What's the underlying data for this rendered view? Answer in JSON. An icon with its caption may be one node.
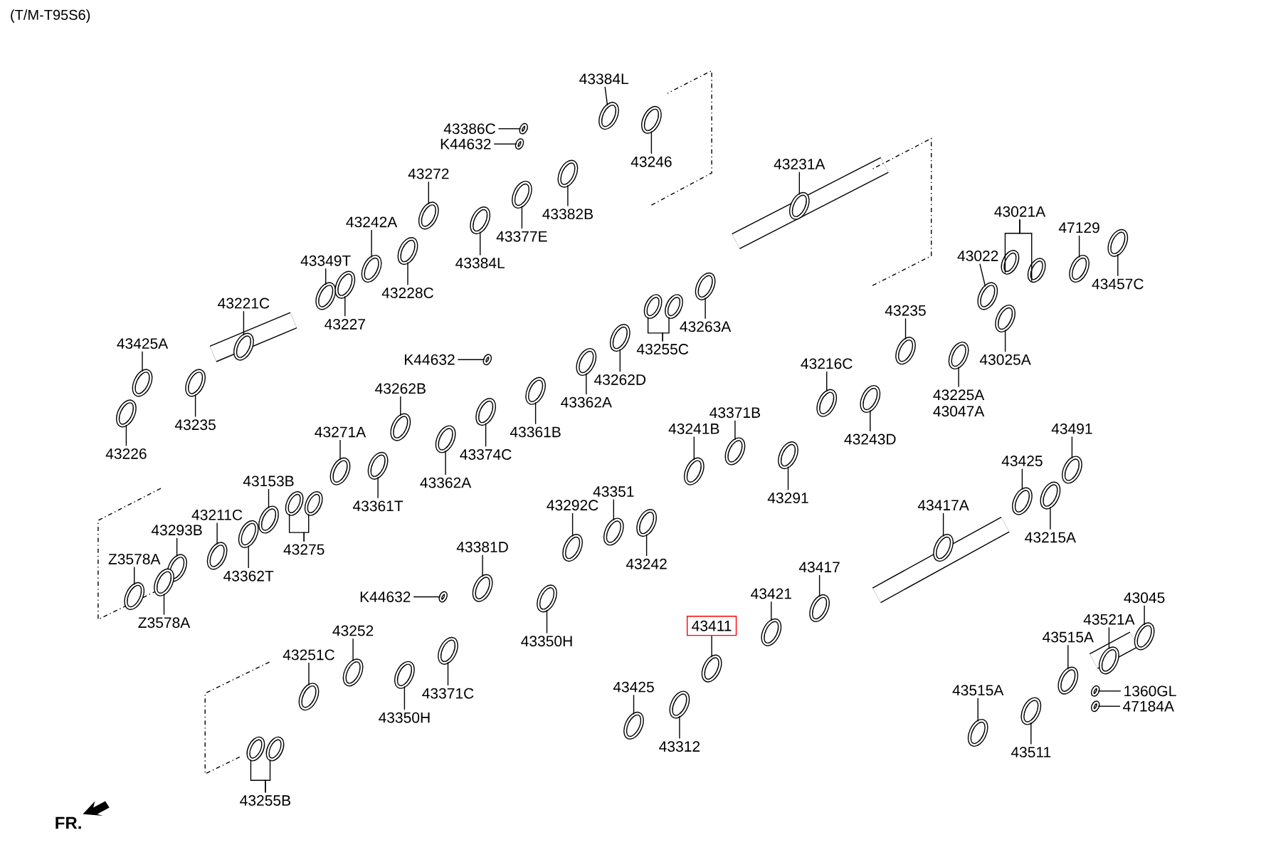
{
  "diagram": {
    "title": "(T/M-T95S6)",
    "nodes": [
      {
        "text": [
          "43384L"
        ]
      },
      {
        "text": [
          "43386C"
        ]
      },
      {
        "text": [
          "K44632"
        ]
      },
      {
        "text": [
          "43246"
        ]
      },
      {
        "text": [
          "43272"
        ]
      },
      {
        "text": [
          "43382B"
        ]
      },
      {
        "text": [
          "43377E"
        ]
      },
      {
        "text": [
          "43242A"
        ]
      },
      {
        "text": [
          "43349T"
        ]
      },
      {
        "text": [
          "43384L"
        ]
      },
      {
        "text": [
          "43228C"
        ]
      },
      {
        "text": [
          "43227"
        ]
      },
      {
        "text": [
          "43221C"
        ]
      },
      {
        "text": [
          "43231A"
        ]
      },
      {
        "text": [
          "43021A"
        ]
      },
      {
        "text": [
          "43022"
        ]
      },
      {
        "text": [
          "47129"
        ]
      },
      {
        "text": [
          "43457C"
        ]
      },
      {
        "text": [
          "43263A"
        ]
      },
      {
        "text": [
          "43255C"
        ]
      },
      {
        "text": [
          "43425A"
        ]
      },
      {
        "text": [
          "43235"
        ]
      },
      {
        "text": [
          "43226"
        ]
      },
      {
        "text": [
          "K44632"
        ]
      },
      {
        "text": [
          "43262D"
        ]
      },
      {
        "text": [
          "43362A"
        ]
      },
      {
        "text": [
          "43361B"
        ]
      },
      {
        "text": [
          "43262B"
        ]
      },
      {
        "text": [
          "43374C"
        ]
      },
      {
        "text": [
          "43271A"
        ]
      },
      {
        "text": [
          "43362A"
        ]
      },
      {
        "text": [
          "43361T"
        ]
      },
      {
        "text": [
          "43153B"
        ]
      },
      {
        "text": [
          "43275"
        ]
      },
      {
        "text": [
          "43211C"
        ]
      },
      {
        "text": [
          "43362T"
        ]
      },
      {
        "text": [
          "43293B"
        ]
      },
      {
        "text": [
          "Z3578A"
        ]
      },
      {
        "text": [
          "Z3578A"
        ]
      },
      {
        "text": [
          "43216C"
        ]
      },
      {
        "text": [
          "43243D"
        ]
      },
      {
        "text": [
          "43235"
        ]
      },
      {
        "text": [
          "43225A",
          "43047A"
        ]
      },
      {
        "text": [
          "43025A"
        ]
      },
      {
        "text": [
          "43241B"
        ]
      },
      {
        "text": [
          "43371B"
        ]
      },
      {
        "text": [
          "43291"
        ]
      },
      {
        "text": [
          "43491"
        ]
      },
      {
        "text": [
          "43425"
        ]
      },
      {
        "text": [
          "43215A"
        ]
      },
      {
        "text": [
          "43417A"
        ]
      },
      {
        "text": [
          "43292C"
        ]
      },
      {
        "text": [
          "43351"
        ]
      },
      {
        "text": [
          "43242"
        ]
      },
      {
        "text": [
          "43381D"
        ]
      },
      {
        "text": [
          "K44632"
        ]
      },
      {
        "text": [
          "43350H"
        ]
      },
      {
        "text": [
          "43417"
        ]
      },
      {
        "text": [
          "43421"
        ]
      },
      {
        "text": [
          "43411"
        ]
      },
      {
        "text": [
          "43045"
        ]
      },
      {
        "text": [
          "43521A"
        ]
      },
      {
        "text": [
          "43515A"
        ]
      },
      {
        "text": [
          "1360GL"
        ]
      },
      {
        "text": [
          "47184A"
        ]
      },
      {
        "text": [
          "43515A"
        ]
      },
      {
        "text": [
          "43511"
        ]
      },
      {
        "text": [
          "43252"
        ]
      },
      {
        "text": [
          "43251C"
        ]
      },
      {
        "text": [
          "43371C"
        ]
      },
      {
        "text": [
          "43350H"
        ]
      },
      {
        "text": [
          "43425"
        ]
      },
      {
        "text": [
          "43312"
        ]
      },
      {
        "text": [
          "43255B"
        ]
      },
      {
        "text": [],
        "shape": "ring"
      },
      {
        "text": [],
        "shape": "ring"
      },
      {
        "text": [],
        "shape": "ring"
      },
      {
        "text": [],
        "shape": "ring"
      },
      {
        "text": [],
        "shape": "ring"
      },
      {
        "text": [],
        "shape": "ring"
      },
      {
        "text": [],
        "shape": "ring"
      },
      {
        "text": [],
        "shape": "ring"
      },
      {
        "text": [],
        "shape": "ring"
      },
      {
        "text": [],
        "shape": "ring"
      },
      {
        "text": [],
        "shape": "ring"
      },
      {
        "text": [],
        "shape": "ring"
      },
      {
        "text": [],
        "shape": "ring"
      },
      {
        "text": [],
        "shape": "ring"
      },
      {
        "text": [],
        "shape": "ring"
      },
      {
        "text": [],
        "shape": "ring"
      },
      {
        "text": [],
        "shape": "ring"
      },
      {
        "text": [],
        "shape": "ring"
      },
      {
        "text": [],
        "shape": "ring"
      },
      {
        "text": [],
        "shape": "ring"
      },
      {
        "text": [],
        "shape": "ring"
      },
      {
        "text": [],
        "shape": "ring"
      },
      {
        "text": [],
        "shape": "ring"
      },
      {
        "text": [],
        "shape": "ring"
      },
      {
        "text": [],
        "shape": "ring"
      },
      {
        "text": [],
        "shape": "ring"
      },
      {
        "text": [],
        "shape": "ring"
      },
      {
        "text": [],
        "shape": "ring"
      },
      {
        "text": [],
        "shape": "ring"
      },
      {
        "text": [],
        "shape": "ring"
      },
      {
        "text": [],
        "shape": "ring"
      },
      {
        "text": [],
        "shape": "ring"
      },
      {
        "text": [],
        "shape": "ring"
      },
      {
        "text": [],
        "shape": "ring"
      },
      {
        "text": [],
        "shape": "ring"
      },
      {
        "text": [],
        "shape": "ring"
      },
      {
        "text": [],
        "shape": "ring"
      },
      {
        "text": [],
        "shape": "ring"
      },
      {
        "text": [],
        "shape": "ring"
      },
      {
        "text": [],
        "shape": "ring"
      },
      {
        "text": [],
        "shape": "ring"
      },
      {
        "text": [],
        "shape": "ring"
      },
      {
        "text": [],
        "shape": "ring"
      },
      {
        "text": [],
        "shape": "ring"
      },
      {
        "text": [],
        "shape": "ring"
      },
      {
        "text": [],
        "shape": "ring"
      },
      {
        "text": [],
        "shape": "ring"
      },
      {
        "text": [],
        "shape": "ring"
      },
      {
        "text": [],
        "shape": "ring"
      },
      {
        "text": [],
        "shape": "ring"
      },
      {
        "text": [],
        "shape": "ring"
      },
      {
        "text": [],
        "shape": "ring"
      },
      {
        "text": [],
        "shape": "ring"
      },
      {
        "text": [],
        "shape": "ring"
      },
      {
        "text": [],
        "shape": "ring"
      },
      {
        "text": [],
        "shape": "ring"
      },
      {
        "text": [],
        "shape": "ring"
      },
      {
        "text": [],
        "shape": "ring"
      },
      {
        "text": [],
        "shape": "ring"
      },
      {
        "text": [],
        "shape": "ring"
      },
      {
        "text": [],
        "shape": "ring"
      },
      {
        "text": [],
        "shape": "ring"
      },
      {
        "text": [],
        "shape": "ring"
      },
      {
        "text": [],
        "shape": "ring"
      },
      {
        "text": [],
        "shape": "ring"
      },
      {
        "text": [],
        "shape": "ring"
      },
      {
        "text": [],
        "shape": "ring"
      },
      {
        "text": [],
        "shape": "ring"
      },
      {
        "text": [],
        "shape": "ring"
      },
      {
        "text": [],
        "shape": "ring"
      },
      {
        "text": [],
        "shape": "ring"
      },
      {
        "text": [],
        "shape": "ring"
      },
      {
        "text": [],
        "shape": "ring"
      },
      {
        "text": [],
        "shape": "ring"
      },
      {
        "text": [],
        "shape": "ring"
      },
      {
        "text": [],
        "shape": "ring"
      },
      {
        "text": [],
        "shape": "ring"
      },
      {
        "text": [],
        "shape": "ring"
      }
    ],
    "edges": [
      {
        "from": 0,
        "to": 74,
        "arrow": "none"
      },
      {
        "from": 1,
        "to": 75,
        "arrow": "none"
      },
      {
        "from": 2,
        "to": 76,
        "arrow": "none"
      },
      {
        "from": 3,
        "to": 77,
        "arrow": "none"
      },
      {
        "from": 4,
        "to": 78,
        "arrow": "none"
      },
      {
        "from": 5,
        "to": 79,
        "arrow": "none"
      },
      {
        "from": 6,
        "to": 80,
        "arrow": "none"
      },
      {
        "from": 7,
        "to": 81,
        "arrow": "none"
      },
      {
        "from": 8,
        "to": 82,
        "arrow": "none"
      },
      {
        "from": 9,
        "to": 83,
        "arrow": "none"
      },
      {
        "from": 10,
        "to": 84,
        "arrow": "none"
      },
      {
        "from": 11,
        "to": 85,
        "arrow": "none"
      },
      {
        "from": 12,
        "to": 86,
        "arrow": "none"
      },
      {
        "from": 13,
        "to": 87,
        "arrow": "none"
      },
      {
        "from": 14,
        "to": 88,
        "arrow": "none"
      },
      {
        "from": 14,
        "to": 89,
        "arrow": "none"
      },
      {
        "from": 15,
        "to": 90,
        "arrow": "none"
      },
      {
        "from": 16,
        "to": 91,
        "arrow": "none"
      },
      {
        "from": 17,
        "to": 92,
        "arrow": "none"
      },
      {
        "from": 18,
        "to": 93,
        "arrow": "none"
      },
      {
        "from": 19,
        "to": 94,
        "arrow": "none"
      },
      {
        "from": 19,
        "to": 95,
        "arrow": "none"
      },
      {
        "from": 20,
        "to": 96,
        "arrow": "none"
      },
      {
        "from": 21,
        "to": 97,
        "arrow": "none"
      },
      {
        "from": 22,
        "to": 98,
        "arrow": "none"
      },
      {
        "from": 23,
        "to": 99,
        "arrow": "none"
      },
      {
        "from": 24,
        "to": 100,
        "arrow": "none"
      },
      {
        "from": 25,
        "to": 101,
        "arrow": "none"
      },
      {
        "from": 26,
        "to": 102,
        "arrow": "none"
      },
      {
        "from": 27,
        "to": 103,
        "arrow": "none"
      },
      {
        "from": 28,
        "to": 104,
        "arrow": "none"
      },
      {
        "from": 29,
        "to": 105,
        "arrow": "none"
      },
      {
        "from": 30,
        "to": 106,
        "arrow": "none"
      },
      {
        "from": 31,
        "to": 107,
        "arrow": "none"
      },
      {
        "from": 32,
        "to": 108,
        "arrow": "none"
      },
      {
        "from": 33,
        "to": 109,
        "arrow": "none"
      },
      {
        "from": 33,
        "to": 110,
        "arrow": "none"
      },
      {
        "from": 34,
        "to": 111,
        "arrow": "none"
      },
      {
        "from": 35,
        "to": 112,
        "arrow": "none"
      },
      {
        "from": 36,
        "to": 113,
        "arrow": "none"
      },
      {
        "from": 37,
        "to": 114,
        "arrow": "none"
      },
      {
        "from": 38,
        "to": 115,
        "arrow": "none"
      },
      {
        "from": 39,
        "to": 116,
        "arrow": "none"
      },
      {
        "from": 40,
        "to": 117,
        "arrow": "none"
      },
      {
        "from": 41,
        "to": 118,
        "arrow": "none"
      },
      {
        "from": 42,
        "to": 119,
        "arrow": "none"
      },
      {
        "from": 43,
        "to": 120,
        "arrow": "none"
      },
      {
        "from": 44,
        "to": 121,
        "arrow": "none"
      },
      {
        "from": 45,
        "to": 122,
        "arrow": "none"
      },
      {
        "from": 46,
        "to": 123,
        "arrow": "none"
      },
      {
        "from": 47,
        "to": 124,
        "arrow": "none"
      },
      {
        "from": 48,
        "to": 125,
        "arrow": "none"
      },
      {
        "from": 49,
        "to": 126,
        "arrow": "none"
      },
      {
        "from": 50,
        "to": 127,
        "arrow": "none"
      },
      {
        "from": 51,
        "to": 128,
        "arrow": "none"
      },
      {
        "from": 52,
        "to": 129,
        "arrow": "none"
      },
      {
        "from": 53,
        "to": 130,
        "arrow": "none"
      },
      {
        "from": 54,
        "to": 131,
        "arrow": "none"
      },
      {
        "from": 55,
        "to": 132,
        "arrow": "none"
      },
      {
        "from": 56,
        "to": 133,
        "arrow": "none"
      },
      {
        "from": 57,
        "to": 134,
        "arrow": "none"
      },
      {
        "from": 58,
        "to": 135,
        "arrow": "none"
      },
      {
        "from": 59,
        "to": 136,
        "arrow": "none"
      },
      {
        "from": 60,
        "to": 137,
        "arrow": "none"
      },
      {
        "from": 61,
        "to": 138,
        "arrow": "none"
      },
      {
        "from": 62,
        "to": 139,
        "arrow": "none"
      },
      {
        "from": 63,
        "to": 140,
        "arrow": "none"
      },
      {
        "from": 64,
        "to": 141,
        "arrow": "none"
      },
      {
        "from": 65,
        "to": 142,
        "arrow": "none"
      },
      {
        "from": 66,
        "to": 143,
        "arrow": "none"
      },
      {
        "from": 67,
        "to": 144,
        "arrow": "none"
      },
      {
        "from": 68,
        "to": 145,
        "arrow": "none"
      },
      {
        "from": 69,
        "to": 146,
        "arrow": "none"
      },
      {
        "from": 70,
        "to": 147,
        "arrow": "none"
      },
      {
        "from": 71,
        "to": 148,
        "arrow": "none"
      },
      {
        "from": 72,
        "to": 149,
        "arrow": "none"
      },
      {
        "from": 73,
        "to": 150,
        "arrow": "none"
      },
      {
        "from": 73,
        "to": 151,
        "arrow": "none"
      }
    ],
    "labels": [
      "FR."
    ]
  }
}
